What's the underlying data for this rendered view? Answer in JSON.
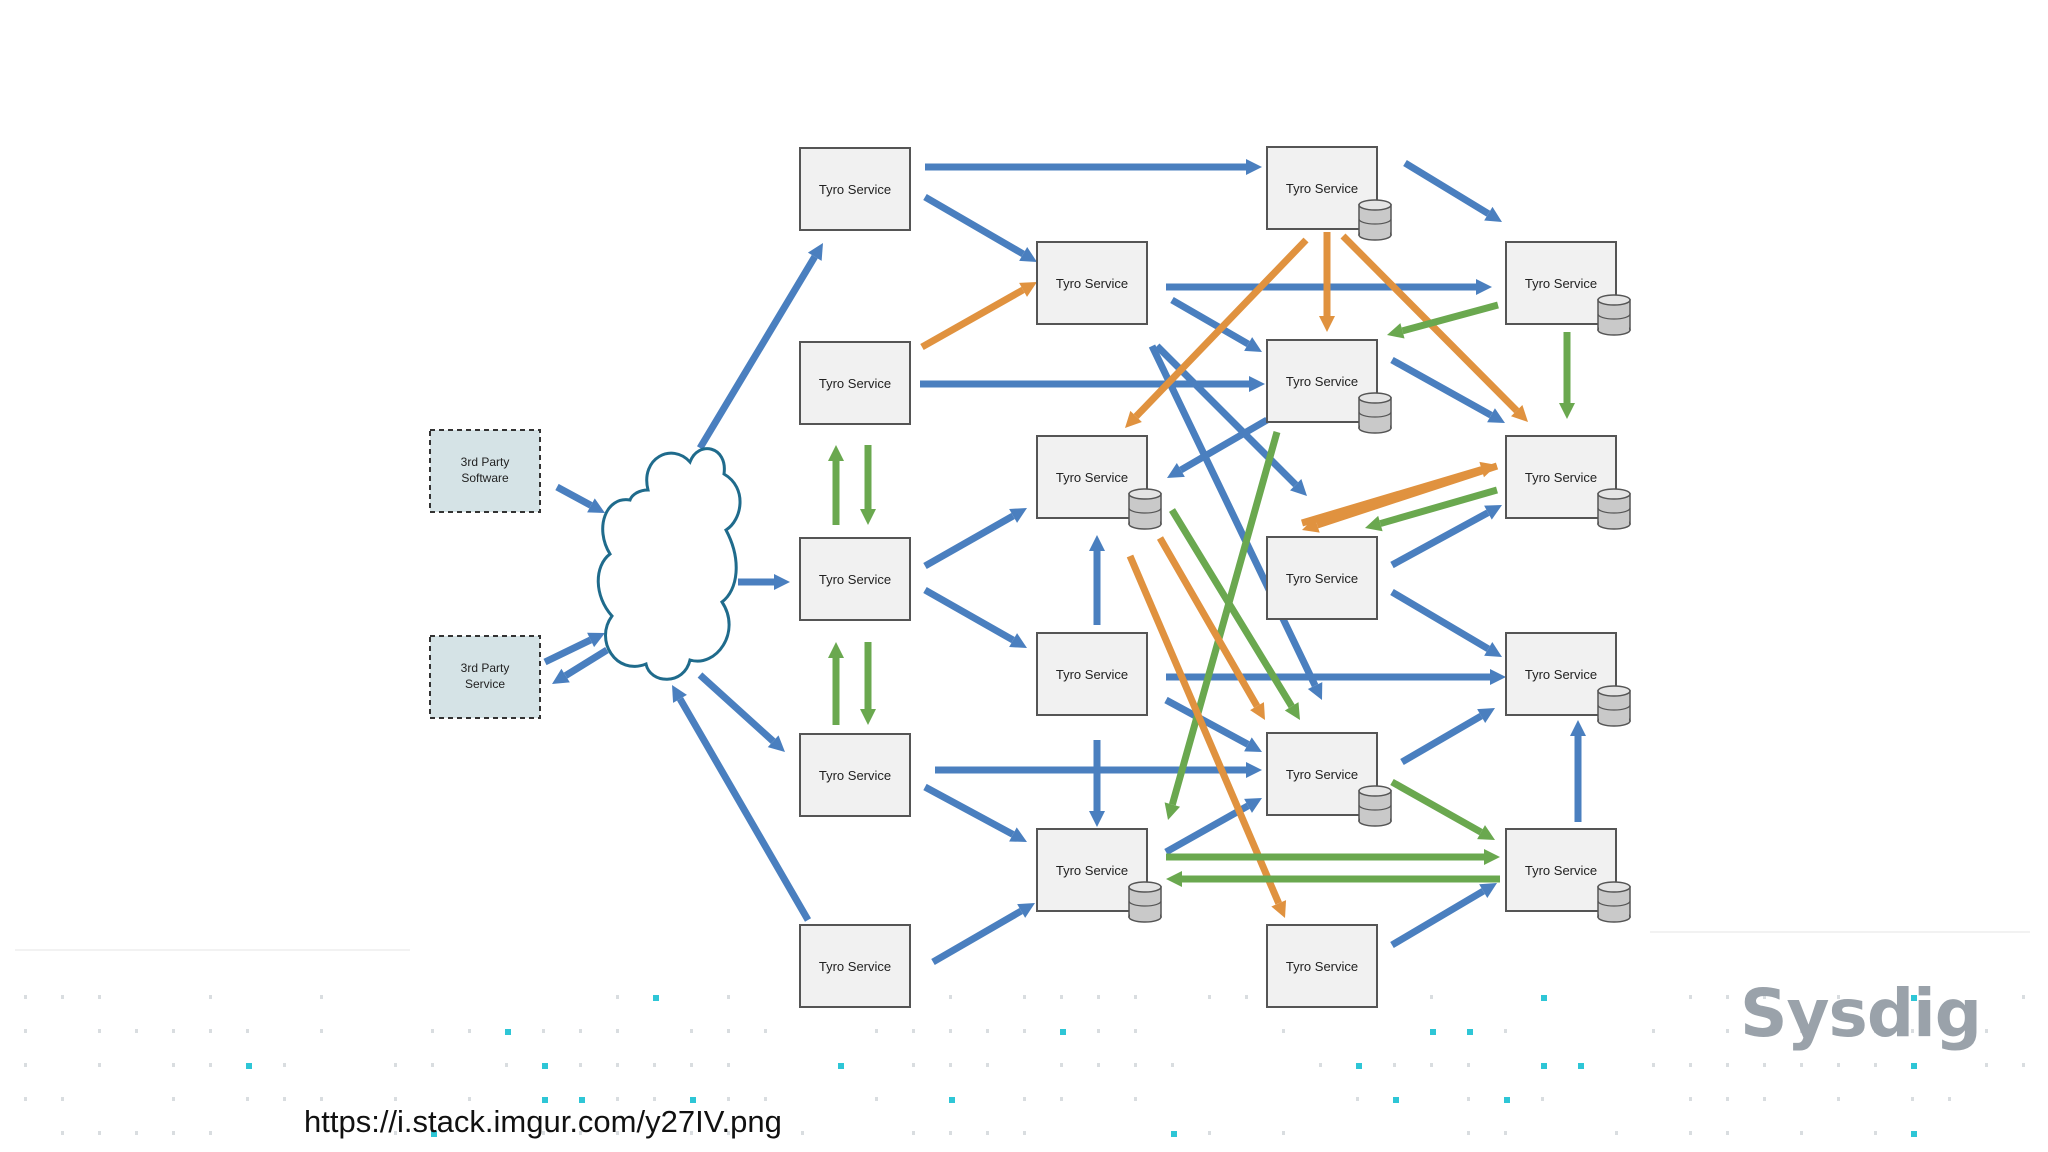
{
  "colors": {
    "blue": "#4a7fbf",
    "orange": "#e0923f",
    "green": "#6aa84f",
    "node_fill": "#f1f1f1",
    "node_stroke": "#555555",
    "external_fill": "#d5e3e6",
    "cloud_stroke": "#1f6b8c",
    "dot_color": "#2ec6d6"
  },
  "diagram": {
    "external_nodes": [
      {
        "id": "ext1",
        "lines": [
          "3rd Party",
          "Software"
        ]
      },
      {
        "id": "ext2",
        "lines": [
          "3rd Party",
          "Service"
        ]
      }
    ],
    "service_label": "Tyro Service",
    "services": [
      {
        "id": "a1",
        "db": false
      },
      {
        "id": "a2",
        "db": false
      },
      {
        "id": "a3",
        "db": false
      },
      {
        "id": "a4",
        "db": false
      },
      {
        "id": "a5",
        "db": false
      },
      {
        "id": "b1",
        "db": false
      },
      {
        "id": "b2",
        "db": true
      },
      {
        "id": "b3",
        "db": false
      },
      {
        "id": "b4",
        "db": true
      },
      {
        "id": "c1",
        "db": true
      },
      {
        "id": "c2",
        "db": true
      },
      {
        "id": "c3",
        "db": false
      },
      {
        "id": "c4",
        "db": true
      },
      {
        "id": "c5",
        "db": false
      },
      {
        "id": "d1",
        "db": true
      },
      {
        "id": "d2",
        "db": true
      },
      {
        "id": "d3",
        "db": true
      },
      {
        "id": "d4",
        "db": true
      }
    ]
  },
  "footer": {
    "url": "https://i.stack.imgur.com/y27IV.png",
    "logo": "Sysdig"
  }
}
